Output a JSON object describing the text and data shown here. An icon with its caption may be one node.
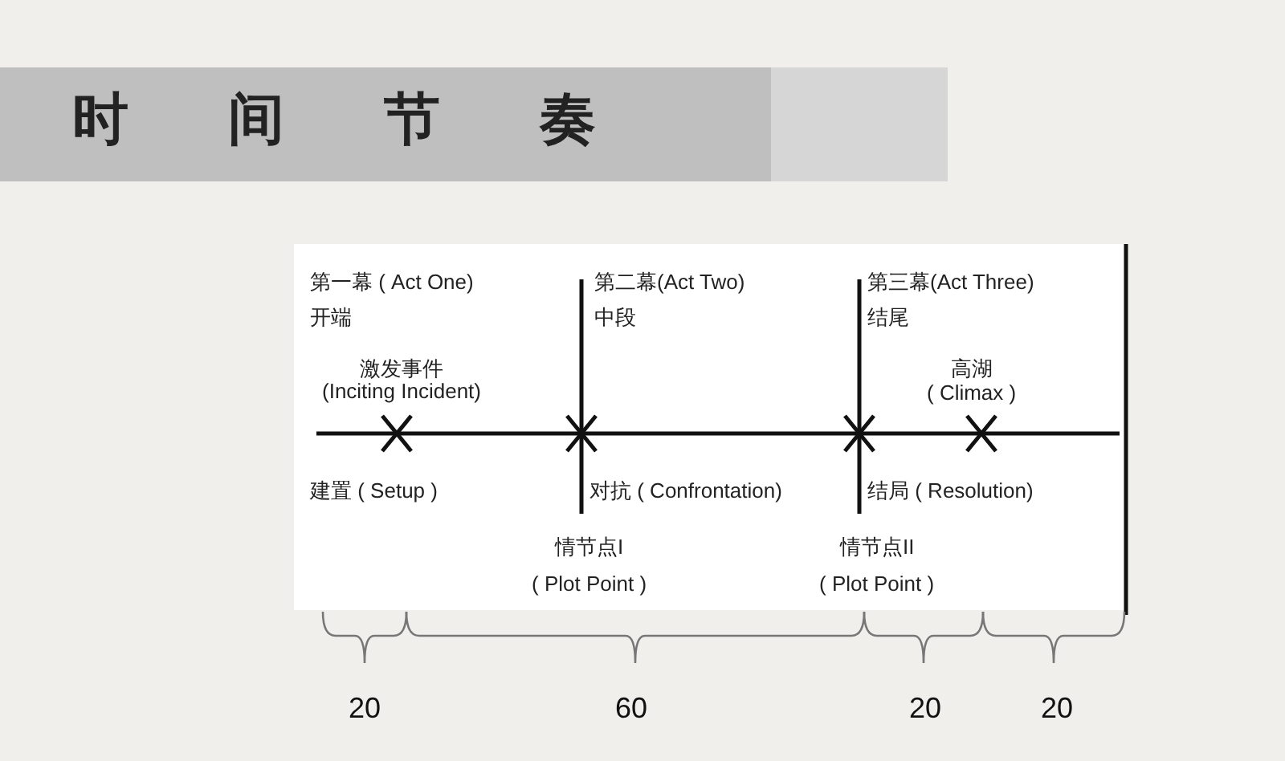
{
  "diagram": {
    "title": "时间节奏",
    "labels": [
      "第一幕 ( Act One)",
      "第二幕(Act Two)",
      "第三幕(Act Three)",
      "开端",
      "中段",
      "结尾",
      "激发事件",
      "(Inciting Incident)",
      "高湖",
      "( Climax )",
      "建置 ( Setup )",
      "对抗 ( Confrontation)",
      "结局 ( Resolution)",
      "情节点I",
      "情节点II",
      "( Plot Point )",
      "( Plot Point )",
      "20",
      "60",
      "20",
      "20"
    ]
  }
}
